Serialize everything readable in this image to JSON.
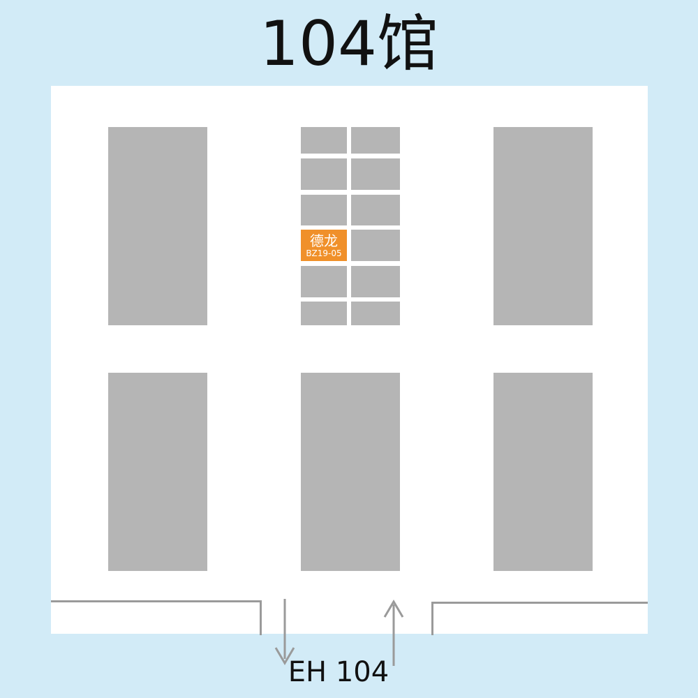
{
  "title": "104馆",
  "highlighted_booth": {
    "name": "德龙",
    "code": "BZ19-05",
    "color": "#f0902a"
  },
  "entrance": {
    "label": "EH 104"
  },
  "colors": {
    "background": "#d2ebf7",
    "floor": "#ffffff",
    "block": "#b5b5b5",
    "wall": "#9a9a9a"
  }
}
